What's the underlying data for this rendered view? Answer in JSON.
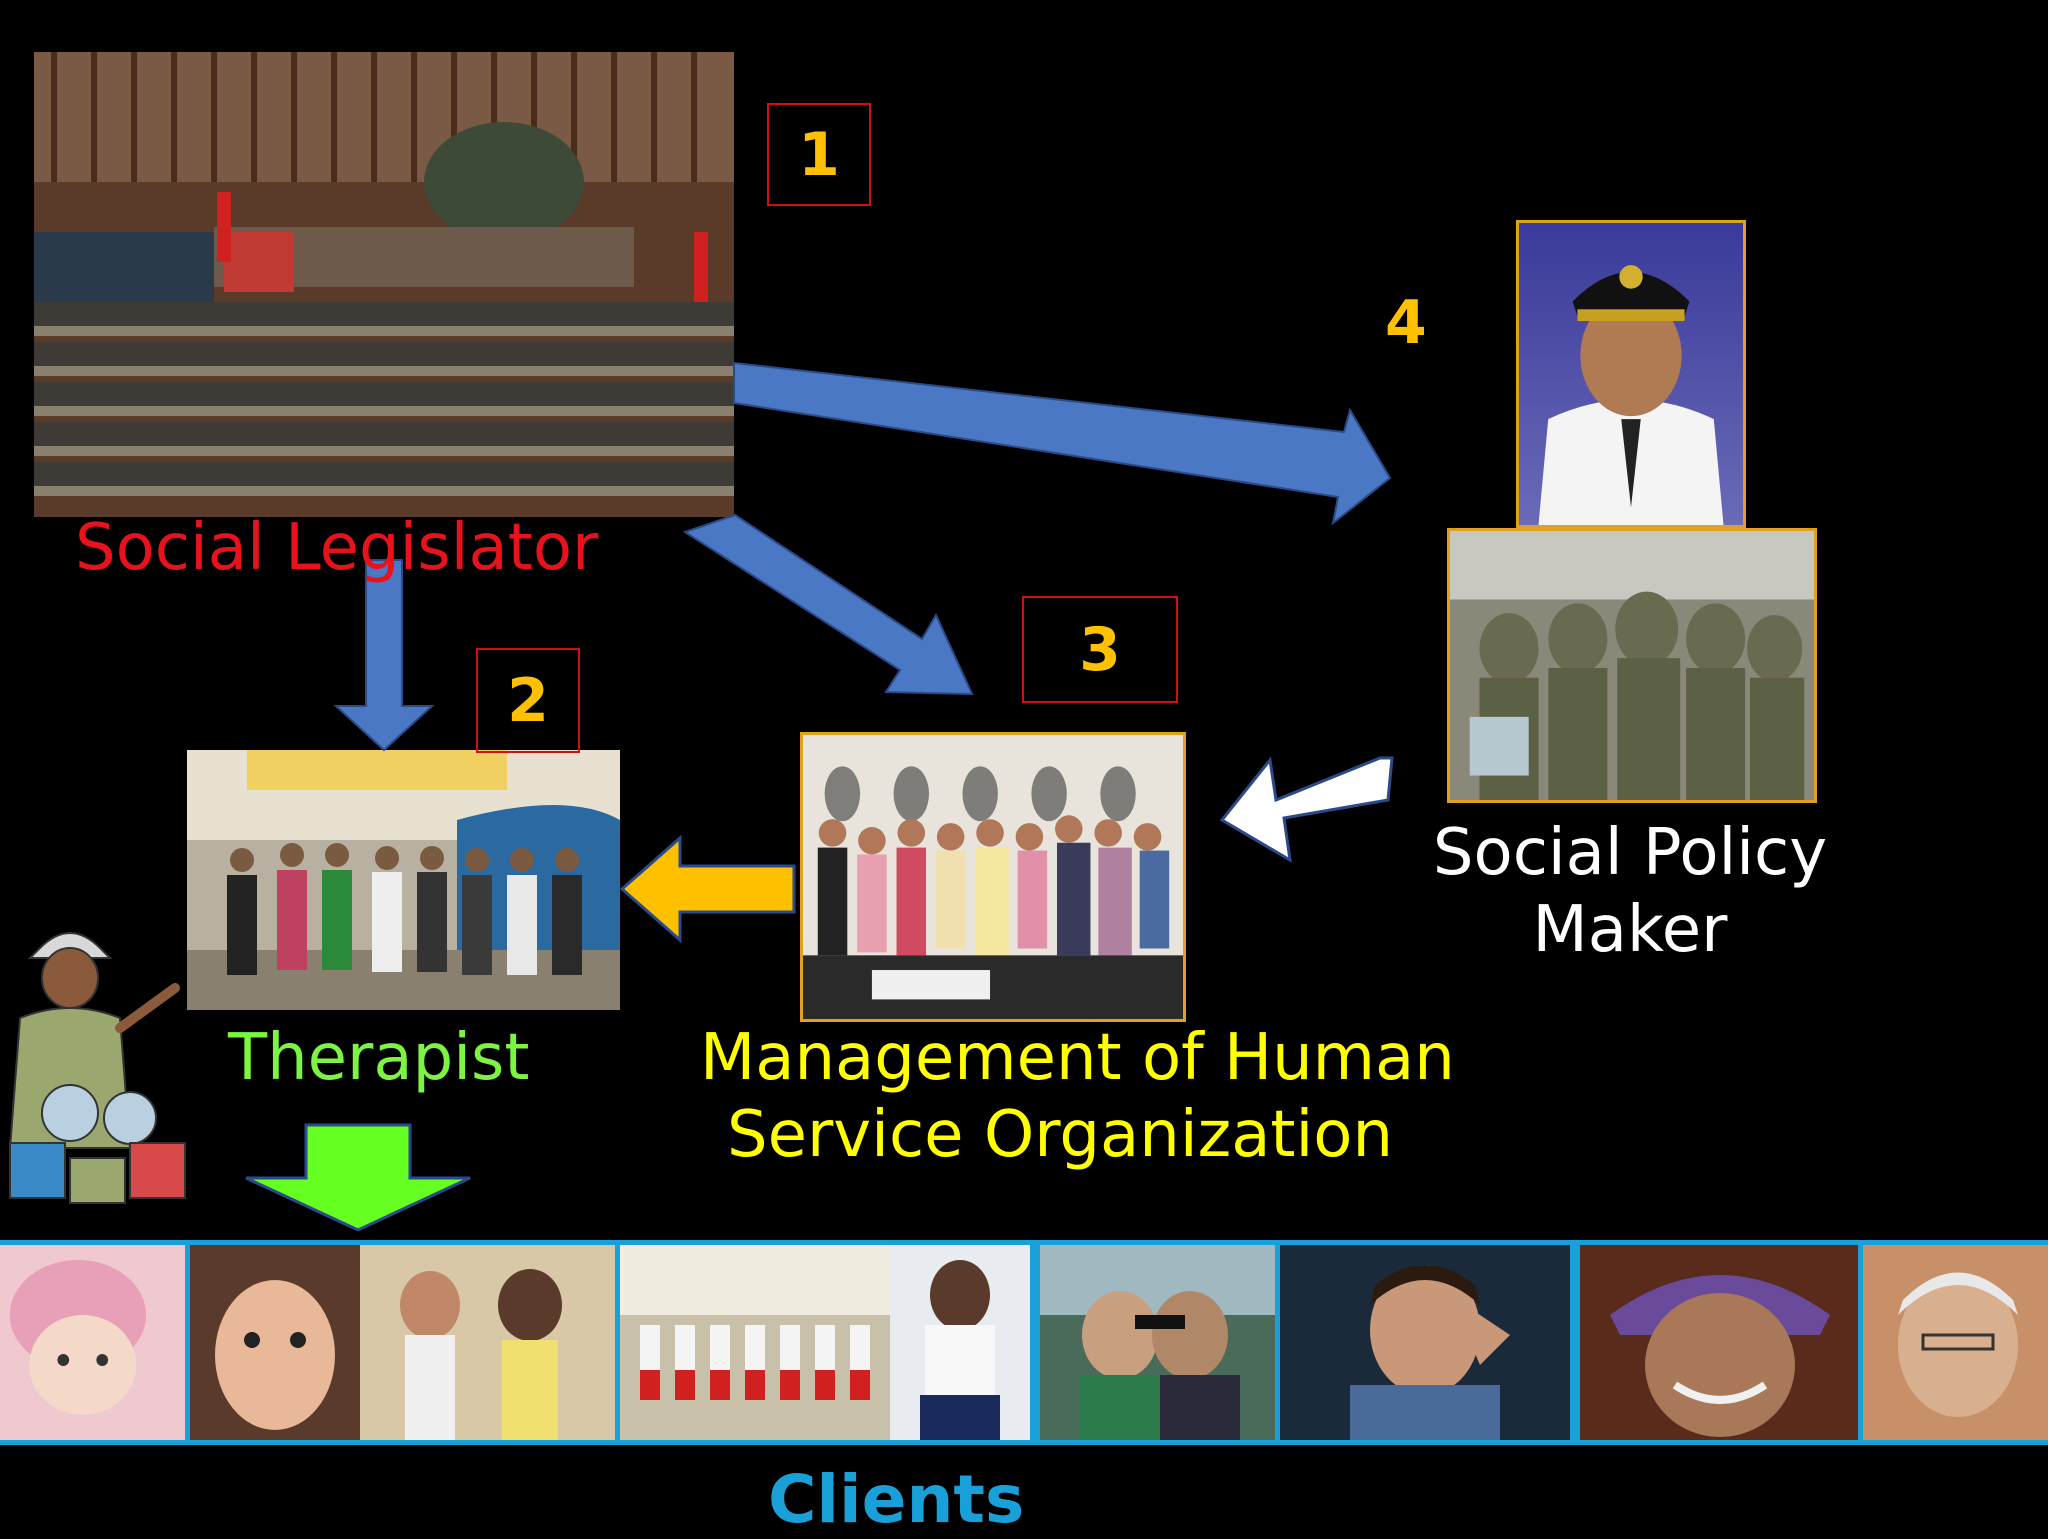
{
  "colors": {
    "background": "#000000",
    "legislator_label": "#e8121b",
    "therapist_label": "#7cf542",
    "management_label": "#ffff00",
    "policy_label": "#ffffff",
    "clients_label": "#1aa0d8",
    "number": "#ffc000",
    "box_border": "#d01010",
    "blue_arrow": "#4a78c4",
    "yellow_arrow": "#ffc000",
    "green_arrow": "#66ff22",
    "white_arrow": "#ffffff"
  },
  "labels": {
    "legislator": "Social Legislator",
    "therapist": "Therapist",
    "management_line1": "Management of Human",
    "management_line2": "Service Organization",
    "policy_line1": "Social Policy",
    "policy_line2": "Maker",
    "clients": "Clients"
  },
  "numbers": {
    "n1": "1",
    "n2": "2",
    "n3": "3",
    "n4": "4"
  },
  "icons": {
    "arrows": [
      "legislator-to-policy-arrow",
      "legislator-to-management-arrow",
      "legislator-to-therapist-arrow",
      "policy-to-management-arrow",
      "management-to-therapist-arrow",
      "therapist-to-clients-arrow"
    ]
  }
}
